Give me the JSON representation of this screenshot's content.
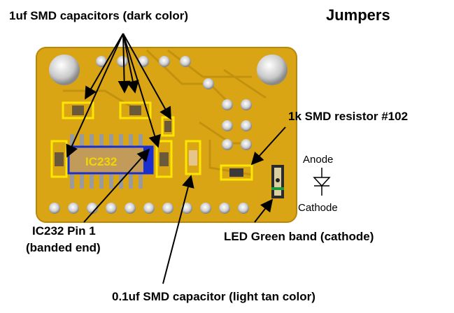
{
  "labels": {
    "caps_1uf": "1uf SMD capacitors (dark color)",
    "jumpers": "Jumpers",
    "resistor": "1k SMD resistor #102",
    "anode": "Anode",
    "cathode": "Cathode",
    "ic_pin1_line1": "IC232 Pin 1",
    "ic_pin1_line2": "(banded end)",
    "led_band": "LED Green band (cathode)",
    "cap_01uf": "0.1uf SMD capacitor (light tan color)",
    "chip": "IC232"
  },
  "colors": {
    "board": "#d9a514",
    "board_dark": "#b8860b",
    "trace": "#c99a14",
    "highlight_box": "#ffe600",
    "ic_box": "#1a2fd0",
    "led_band": "#1f9a3a",
    "arrow": "#000000"
  }
}
